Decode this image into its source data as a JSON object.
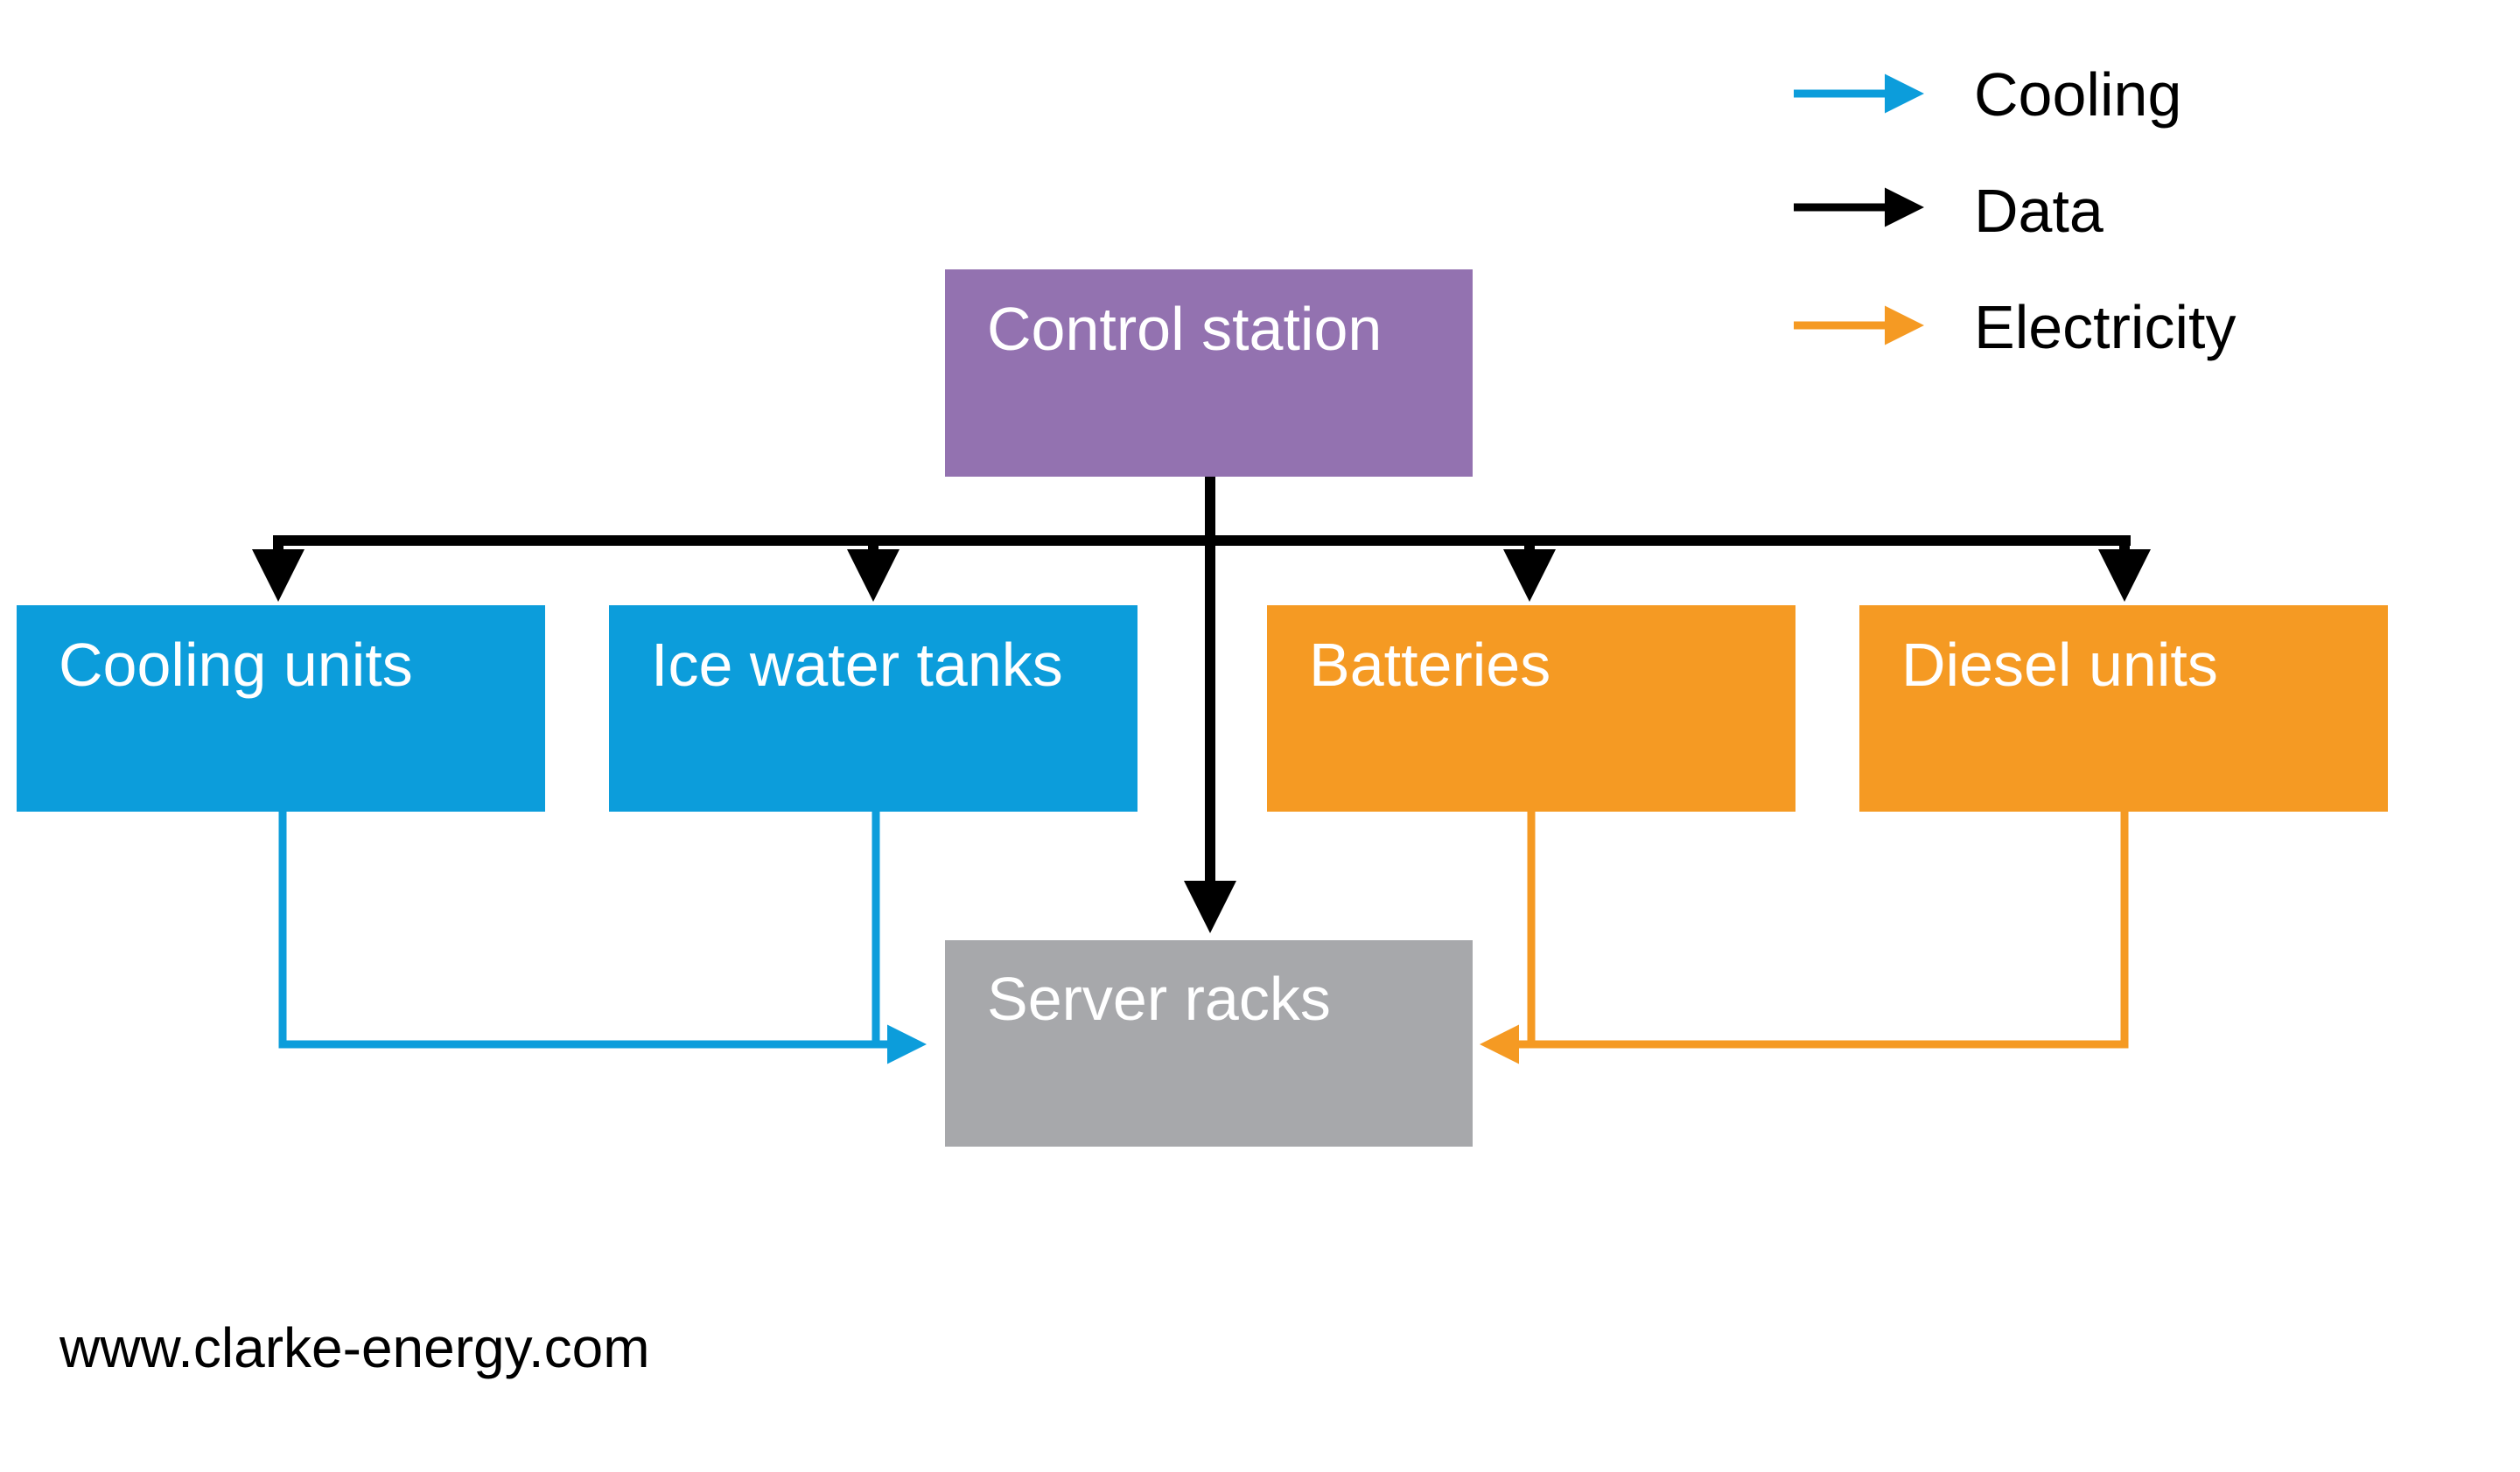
{
  "colors": {
    "cooling": "#0c9ddb",
    "data": "#000000",
    "electricity": "#f59a23",
    "control": "#9372b0",
    "server": "#a7a8ab",
    "text_on_box": "#ffffff"
  },
  "legend": {
    "cooling_label": "Cooling",
    "data_label": "Data",
    "electricity_label": "Electricity"
  },
  "nodes": {
    "control_station": "Control station",
    "cooling_units": "Cooling units",
    "ice_water_tanks": "Ice water tanks",
    "batteries": "Batteries",
    "diesel_units": "Diesel units",
    "server_racks": "Server racks"
  },
  "footer": {
    "url": "www.clarke-energy.com"
  }
}
